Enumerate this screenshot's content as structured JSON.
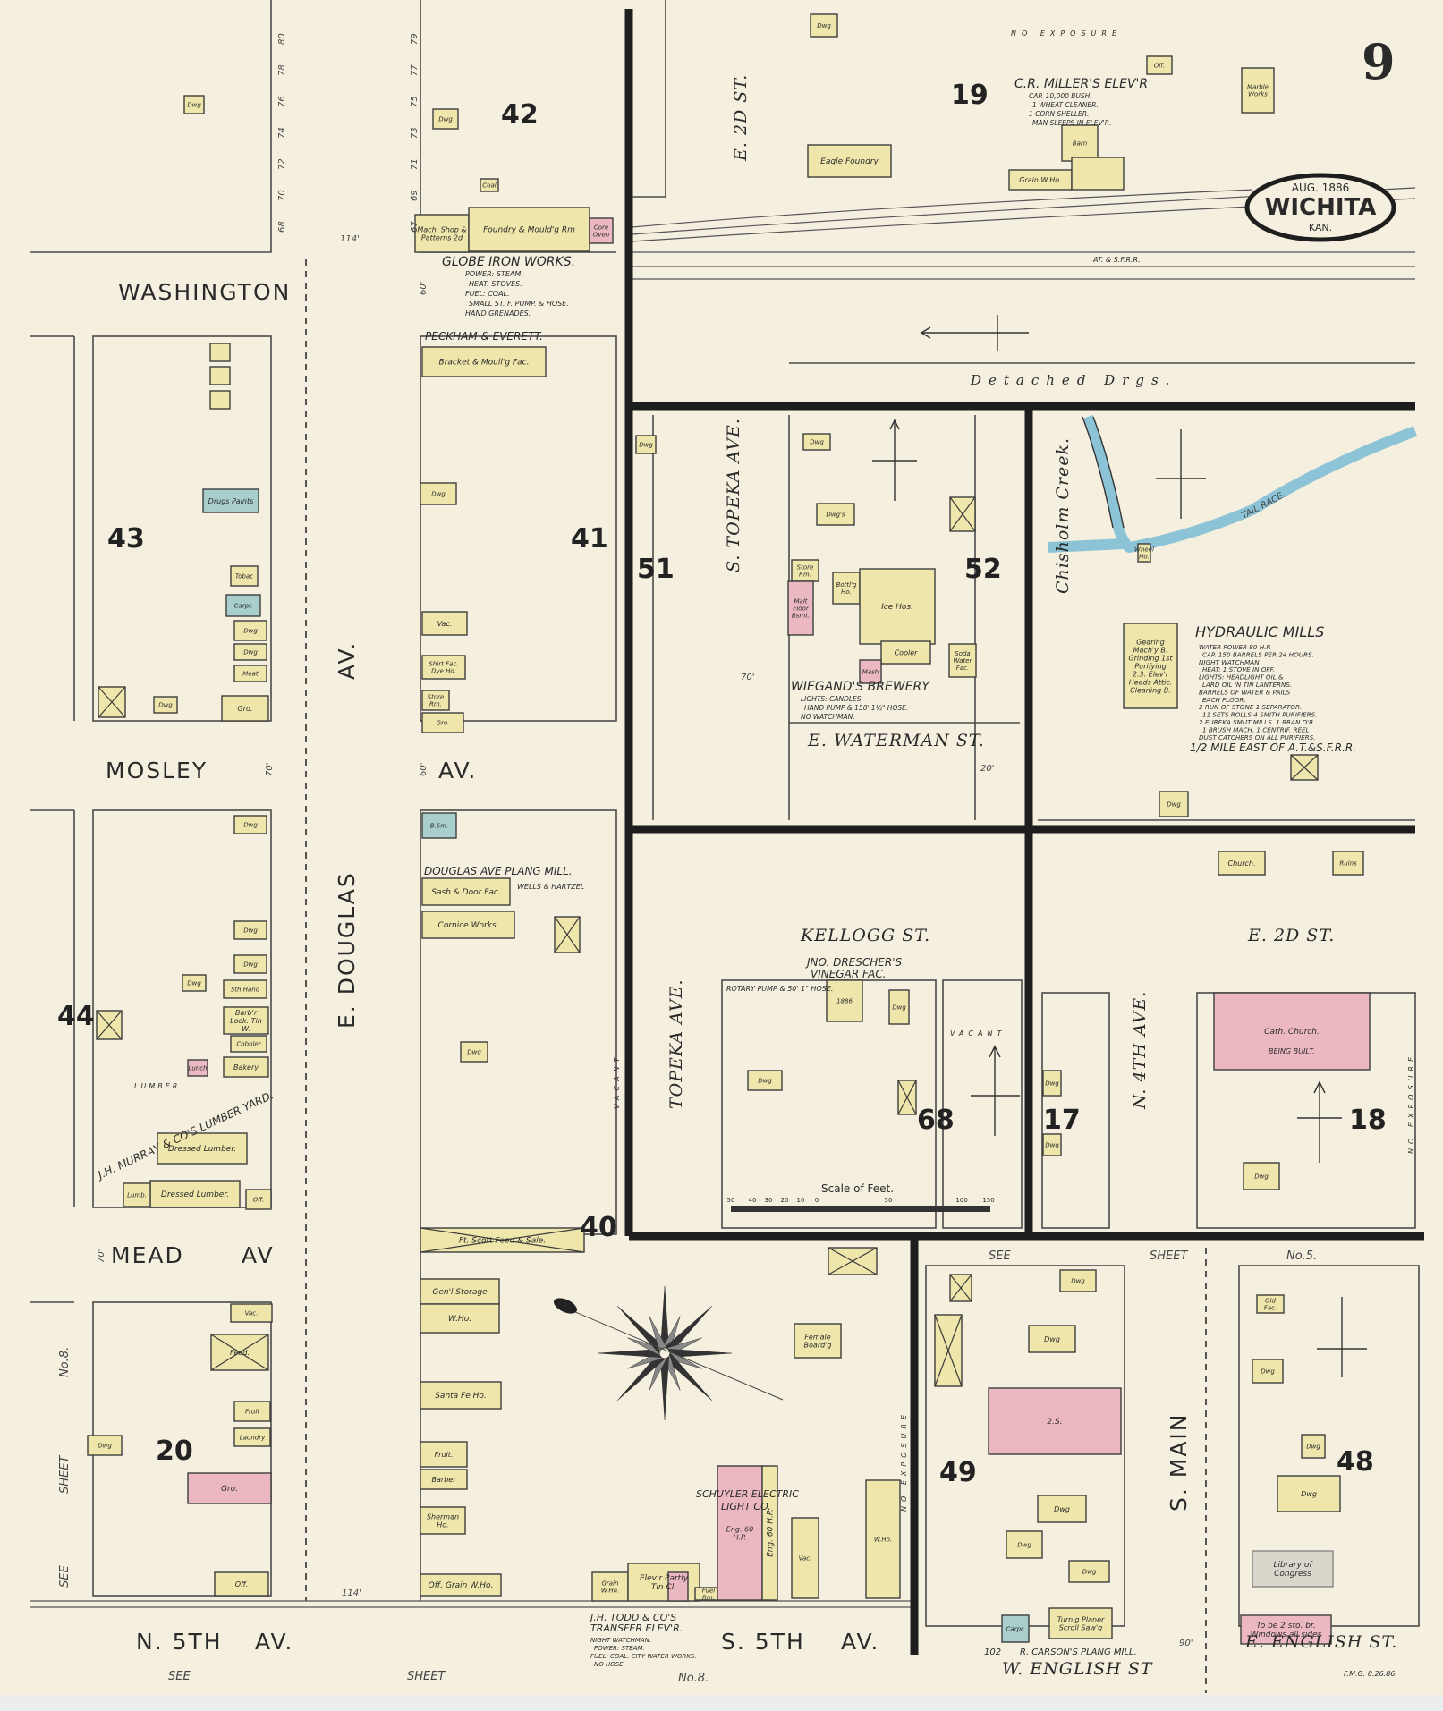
{
  "sheet": {
    "page_number": "9",
    "stamp_date": "AUG. 1886",
    "stamp_city": "WICHITA",
    "stamp_state": "KAN.",
    "corner_mark": "F.M.G. 8.26.86."
  },
  "streets": {
    "washington": "WASHINGTON",
    "mosley": "MOSLEY",
    "mosley_av_left": "AV.",
    "mosley_av_right": "AV.",
    "mead": "MEAD",
    "mead_av": "AV",
    "n5th": "N. 5TH",
    "n5th_av": "AV.",
    "s5th": "S. 5TH",
    "s5th_av": "AV.",
    "e_douglas": "E. DOUGLAS",
    "e_douglas_av": "AV.",
    "s_main": "S. MAIN",
    "s_topeka": "S. TOPEKA AVE.",
    "topeka": "TOPEKA AVE.",
    "e2d_vertical": "E. 2D ST.",
    "e2d": "E. 2D ST.",
    "n4th": "N. 4TH AVE.",
    "kellogg": "KELLOGG ST.",
    "e_waterman": "E. WATERMAN ST.",
    "w_english": "W. ENGLISH ST",
    "e_english": "E. ENGLISH ST.",
    "chisholm_creek": "Chisholm Creek.",
    "tail_race": "TAIL RACE.",
    "detached": "Detached Drgs.",
    "railroad": "AT. & S.F.R.R."
  },
  "references": {
    "see_bottom": "SEE",
    "sheet_bottom": "SHEET",
    "no8_bottom": "No.8.",
    "see_left": "SEE",
    "sheet_left": "SHEET",
    "no8_left": "No.8.",
    "see_right": "SEE",
    "sheet_right": "SHEET",
    "no5_right": "No.5.",
    "no_exposure_top": "NO EXPOSURE",
    "no_exposure_mid": "NO EXPOSURE",
    "no_exposure_right": "NO EXPOSURE",
    "vacant_vertical": "VACANT",
    "vacant_horizontal": "VACANT"
  },
  "blocks": [
    "42",
    "19",
    "43",
    "41",
    "51",
    "52",
    "44",
    "68",
    "17",
    "18",
    "40",
    "20",
    "49",
    "48"
  ],
  "businesses": {
    "globe": {
      "title": "GLOBE IRON WORKS.",
      "notes": [
        "POWER: STEAM.",
        "HEAT: STOVES.",
        "FUEL: COAL.",
        "SMALL ST. F. PUMP. & HOSE.",
        "HAND GRENADES."
      ]
    },
    "miller": {
      "title": "C.R. MILLER'S ELEV'R",
      "notes": [
        "CAP. 10,000 BUSH.",
        "1 WHEAT CLEANER.",
        "1 CORN SHELLER.",
        "MAN SLEEPS IN ELEV'R."
      ]
    },
    "peckham": {
      "title": "PECKHAM & EVERETT."
    },
    "wiegand": {
      "title": "WIEGAND'S BREWERY",
      "notes": [
        "LIGHTS: CANDLES.",
        "HAND PUMP & 150' 1½\" HOSE.",
        "NO WATCHMAN."
      ]
    },
    "hydraulic": {
      "title": "HYDRAULIC MILLS",
      "notes": [
        "WATER POWER 80 H.P.",
        "CAP. 150 BARRELS PER 24 HOURS.",
        "NIGHT WATCHMAN",
        "HEAT: 1 STOVE IN OFF.",
        "LIGHTS: HEADLIGHT OIL &",
        "LARD OIL IN TIN LANTERNS.",
        "BARRELS OF WATER & PAILS",
        "EACH FLOOR.",
        "2 RUN OF STONE  1 SEPARATOR.",
        "11 SETS ROLLS  4 SMITH PURIFIERS.",
        "2 EUREKA SMUT MILLS. 1 BRAN D'R",
        "1 BRUSH MACH. 1 CENTRIF. REEL",
        "DUST CATCHERS ON ALL PURIFIERS."
      ],
      "location": "1/2 MILE EAST OF A.T.&S.F.R.R."
    },
    "plang_mill": {
      "title": "DOUGLAS AVE PLANG MILL.",
      "owner": "WELLS & HARTZEL"
    },
    "drescher": {
      "title": "JNO. DRESCHER'S",
      "title2": "VINEGAR FAC.",
      "note": "ROTARY PUMP & 50' 1\" HOSE."
    },
    "murray": {
      "title": "J.H. MURRAY & CO'S LUMBER YARD.",
      "lumber": "LUMBER."
    },
    "schuyler": {
      "title": "SCHUYLER ELECTRIC",
      "title2": "LIGHT CO."
    },
    "todd": {
      "title": "J.H. TODD & CO'S",
      "title2": "TRANSFER ELEV'R.",
      "notes": [
        "NIGHT WATCHMAN.",
        "POWER: STEAM.",
        "FUEL: COAL. CITY WATER WORKS.",
        "NO HOSE."
      ]
    },
    "carson": {
      "number": "102",
      "title": "R. CARSON'S PLANG MILL."
    },
    "cath_church": {
      "note": "BEING BUILT."
    }
  },
  "buildings": [
    {
      "label": "Dwg"
    },
    {
      "label": "Dwg"
    },
    {
      "label": "Dwg"
    },
    {
      "label": "Coal"
    },
    {
      "label": "Mach. Shop & Patterns 2d"
    },
    {
      "label": "Foundry & Mould'g Rm"
    },
    {
      "label": "Core Oven"
    },
    {
      "label": "Eagle Foundry"
    },
    {
      "label": "Barn"
    },
    {
      "label": "Grain W.Ho."
    },
    {
      "label": ""
    },
    {
      "label": "Off."
    },
    {
      "label": "Marble Works"
    },
    {
      "label": "Bracket & Moull'g Fac."
    },
    {
      "label": ""
    },
    {
      "label": ""
    },
    {
      "label": ""
    },
    {
      "label": "Drugs Paints"
    },
    {
      "label": "Tobac"
    },
    {
      "label": "Carpr."
    },
    {
      "label": "Dwg"
    },
    {
      "label": "Dwg"
    },
    {
      "label": "Meat"
    },
    {
      "label": "Gro."
    },
    {
      "label": "Dwg"
    },
    {
      "label": "",
      "cross": true
    },
    {
      "label": "Dwg"
    },
    {
      "label": "Vac."
    },
    {
      "label": "Shirt Fac. Dye Ho."
    },
    {
      "label": "Store Rm."
    },
    {
      "label": "Gro."
    },
    {
      "label": "Dwg"
    },
    {
      "label": "Dwg"
    },
    {
      "label": "Dwg's"
    },
    {
      "label": "Store Rm."
    },
    {
      "label": "Malt Floor Bsmt."
    },
    {
      "label": "Bottl'g Ho."
    },
    {
      "label": "Ice Hos."
    },
    {
      "label": "Cooler"
    },
    {
      "label": "Mash"
    },
    {
      "label": "Soda Water Fac."
    },
    {
      "label": "",
      "cross": true
    },
    {
      "label": "Gearing Mach'y B. Grinding 1st Purifying 2.3. Elev'r Heads Attic. Cleaning B."
    },
    {
      "label": "Wheel Ho."
    },
    {
      "label": "Dwg"
    },
    {
      "label": "",
      "cross": true
    },
    {
      "label": "B.Sm."
    },
    {
      "label": "Sash & Door Fac."
    },
    {
      "label": "Cornice Works."
    },
    {
      "label": "",
      "cross": true
    },
    {
      "label": "Dwg"
    },
    {
      "label": "1886"
    },
    {
      "label": "Dwg"
    },
    {
      "label": "Dwg"
    },
    {
      "label": "",
      "cross": true
    },
    {
      "label": "Church."
    },
    {
      "label": "Ruins"
    },
    {
      "label": "Cath. Church."
    },
    {
      "label": "Dwg"
    },
    {
      "label": "Dwg"
    },
    {
      "label": "Dwg"
    },
    {
      "label": "Dwg"
    },
    {
      "label": "Dwg"
    },
    {
      "label": "Dwg"
    },
    {
      "label": "5th Hand"
    },
    {
      "label": "Barb'r Lock. Tin W."
    },
    {
      "label": "Cobbler"
    },
    {
      "label": "Bakery"
    },
    {
      "label": "Lunch"
    },
    {
      "label": "Dwg"
    },
    {
      "label": "",
      "cross": true
    },
    {
      "label": "Dressed Lumber."
    },
    {
      "label": "Dressed Lumber."
    },
    {
      "label": "Lumb."
    },
    {
      "label": "Off."
    },
    {
      "label": "Vac."
    },
    {
      "label": "Feed.",
      "cross": true
    },
    {
      "label": "Fruit"
    },
    {
      "label": "Laundry"
    },
    {
      "label": "Gro."
    },
    {
      "label": "Off."
    },
    {
      "label": "Dwg"
    },
    {
      "label": "Ft. Scott Feed & Sale.",
      "cross": true
    },
    {
      "label": "Gen'l Storage"
    },
    {
      "label": "W.Ho."
    },
    {
      "label": "Santa Fe Ho."
    },
    {
      "label": "Fruit."
    },
    {
      "label": "Barber"
    },
    {
      "label": "Sherman Ho."
    },
    {
      "label": "Off. Grain W.Ho."
    },
    {
      "label": "Female Board'g"
    },
    {
      "label": "",
      "cross": true
    },
    {
      "label": "Grain W.Ho."
    },
    {
      "label": "Elev'r Partly Tin Cl."
    },
    {
      "label": ""
    },
    {
      "label": "Fuel Rm."
    },
    {
      "label": "Eng. 60 H.P."
    },
    {
      "label": "Eng. 60 H.P."
    },
    {
      "label": "Vac."
    },
    {
      "label": "W.Ho."
    },
    {
      "label": "",
      "cross": true
    },
    {
      "label": "",
      "cross": true
    },
    {
      "label": "Dwg"
    },
    {
      "label": "Dwg"
    },
    {
      "label": "2.S."
    },
    {
      "label": "Dwg"
    },
    {
      "label": "Dwg"
    },
    {
      "label": "Dwg"
    },
    {
      "label": "Carpr."
    },
    {
      "label": "Turn'g Planer Scroll Saw'g"
    },
    {
      "label": "Old Fac."
    },
    {
      "label": "Dwg"
    },
    {
      "label": "Dwg"
    },
    {
      "label": "Dwg"
    },
    {
      "label": "To be 2 sto. br. Windows all sides"
    },
    {
      "label": "Library of Congress"
    }
  ],
  "house_numbers": {
    "douglas_west_top": [
      "80",
      "78",
      "76",
      "74",
      "72",
      "70",
      "68"
    ],
    "douglas_east_top": [
      "79",
      "77",
      "75",
      "73",
      "71",
      "69",
      "67"
    ]
  },
  "dimensions": {
    "d114_top": "114'",
    "d60_top": "60'",
    "d70_mosley": "70'",
    "d60_mosley": "60'",
    "d70_mead": "70'",
    "d114_bottom": "114'",
    "d90": "90'",
    "d20": "20'",
    "d70_topeka": "70'"
  },
  "scale": {
    "title": "Scale of Feet.",
    "ticks": [
      "50",
      "40",
      "30",
      "20",
      "10",
      "0",
      "50",
      "100",
      "150"
    ]
  },
  "colors": {
    "brick": "#ebb8c1",
    "frame": "#efe6ab",
    "stone": "#a8cfcb",
    "creek": "#8cc3d6",
    "paper": "#f4efdf"
  }
}
